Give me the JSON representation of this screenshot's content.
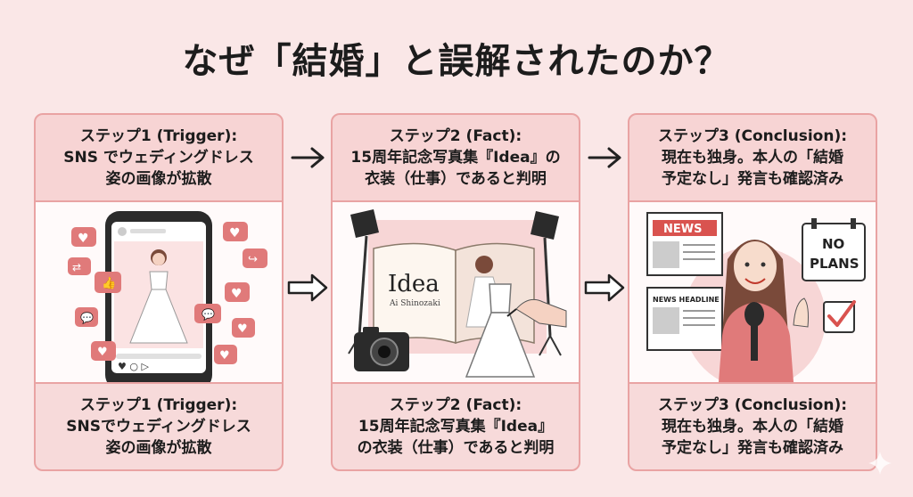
{
  "title": "なぜ「結婚」と誤解されたのか？",
  "steps": [
    {
      "label_lines": [
        "ステップ1 (Trigger):",
        "SNS でウェディングドレス",
        "姿の画像が拡散"
      ],
      "caption_lines": [
        "ステップ1 (Trigger):",
        "SNSでウェディングドレス",
        "姿の画像が拡散"
      ]
    },
    {
      "label_lines": [
        "ステップ2 (Fact):",
        "15周年記念写真集『Idea』の",
        "衣装（仕事）であると判明"
      ],
      "caption_lines": [
        "ステップ2 (Fact):",
        "15周年記念写真集『Idea』",
        "の衣装（仕事）であると判明"
      ],
      "book_title": "Idea",
      "book_author": "Ai Shinozaki"
    },
    {
      "label_lines": [
        "ステップ3 (Conclusion):",
        "現在も独身。本人の「結婚",
        "予定なし」発言も確認済み"
      ],
      "caption_lines": [
        "ステップ3 (Conclusion):",
        "現在も独身。本人の「結婚",
        "予定なし」発言も確認済み"
      ],
      "news_label": "NEWS",
      "headline_label": "NEWS HEADLINE",
      "sign_line1": "NO",
      "sign_line2": "PLANS"
    }
  ],
  "colors": {
    "background": "#fae7e7",
    "card": "#f7d4d4",
    "border": "#e9a3a3",
    "accent": "#d9534f"
  }
}
